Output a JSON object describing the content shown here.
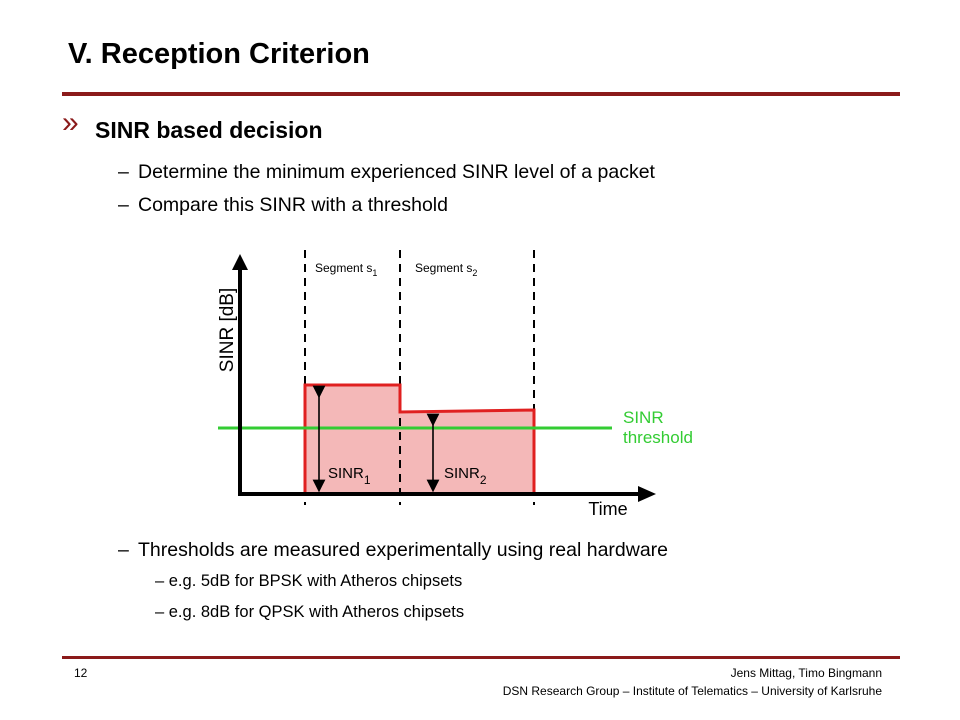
{
  "slide": {
    "title": "V. Reception Criterion",
    "bullet_symbol": "»",
    "heading": "SINR based decision",
    "dash": "–",
    "points": [
      "Determine the minimum experienced SINR level of a packet",
      "Compare this SINR with a threshold",
      "Thresholds are measured experimentally using real hardware"
    ],
    "sub_points": [
      "– e.g. 5dB for BPSK with Atheros chipsets",
      "– e.g. 8dB for QPSK with Atheros chipsets"
    ],
    "accent_color": "#8b1a1a"
  },
  "figure": {
    "y_axis_label": "SINR [dB]",
    "x_axis_label": "Time",
    "segment_1": {
      "label": "Segment s",
      "subscript": "1"
    },
    "segment_2": {
      "label": "Segment s",
      "subscript": "2"
    },
    "sinr_1": {
      "label": "SINR",
      "subscript": "1"
    },
    "sinr_2": {
      "label": "SINR",
      "subscript": "2"
    },
    "threshold_label_line1": "SINR",
    "threshold_label_line2": "threshold",
    "signal_color": "#e02020",
    "signal_fill": "#f4b8b8",
    "threshold_color": "#33cc33"
  },
  "footer": {
    "page_number": "12",
    "authors": "Jens Mittag, Timo Bingmann",
    "affiliation": "DSN Research Group – Institute of Telematics – University of Karlsruhe"
  }
}
